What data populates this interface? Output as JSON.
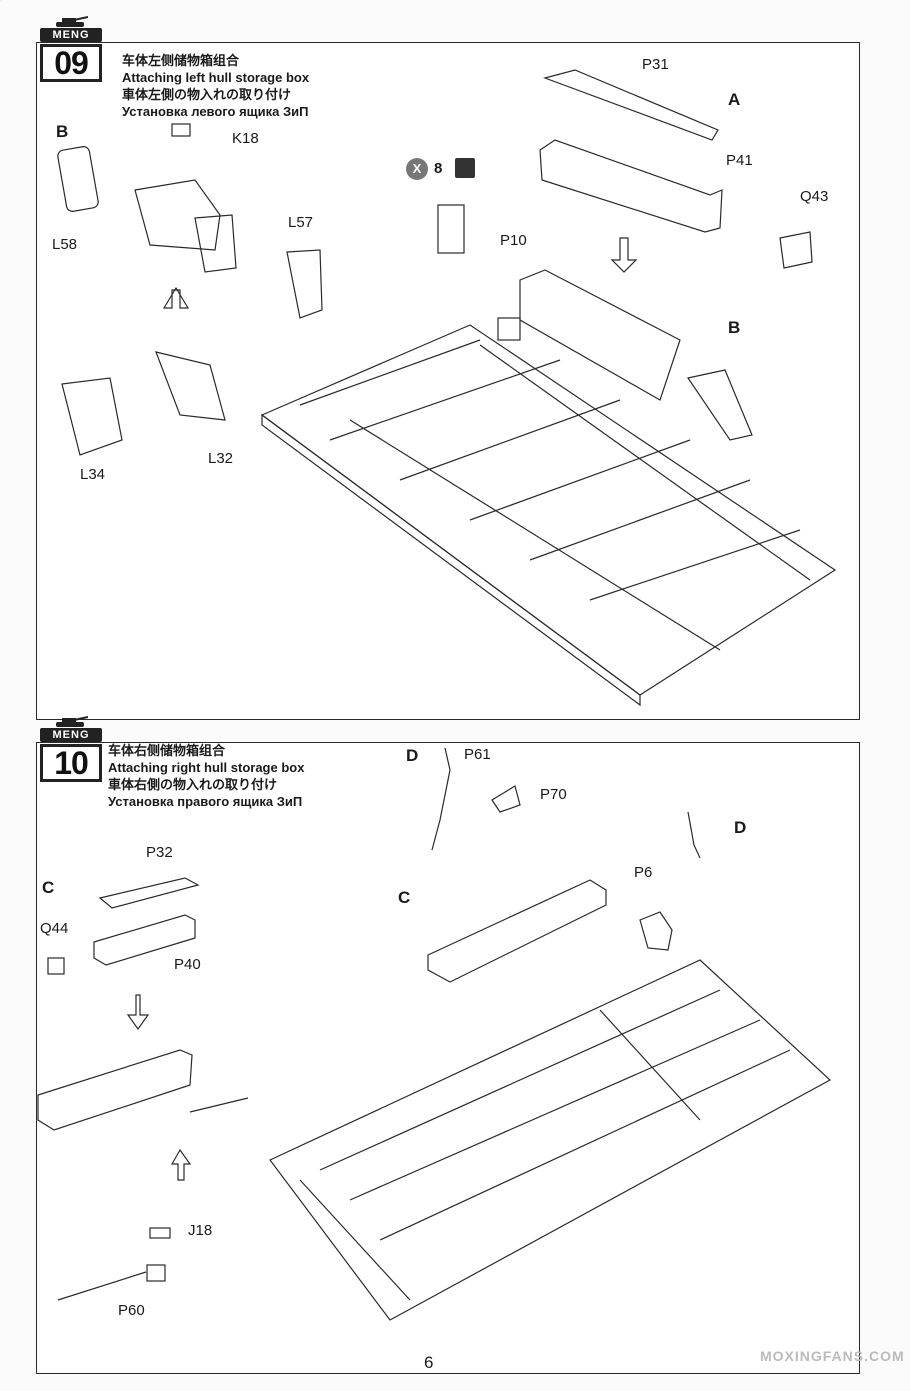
{
  "step09": {
    "brand": "MENG",
    "number": "09",
    "title_cn": "车体左侧储物箱组合",
    "title_en": "Attaching left hull storage box",
    "title_jp": "車体左側の物入れの取り付け",
    "title_ru": "Установка левого ящика ЗиП",
    "callout_qty_symbol": "X",
    "callout_qty": "8",
    "labels": {
      "b_sub": "B",
      "a": "A",
      "b_main": "B",
      "k18": "K18",
      "l57": "L57",
      "l58": "L58",
      "l32": "L32",
      "l34": "L34",
      "p31": "P31",
      "p41": "P41",
      "q43": "Q43",
      "p10": "P10"
    }
  },
  "step10": {
    "brand": "MENG",
    "number": "10",
    "title_cn": "车体右侧储物箱组合",
    "title_en": "Attaching right hull storage box",
    "title_jp": "車体右側の物入れの取り付け",
    "title_ru": "Установка правого ящика ЗиП",
    "labels": {
      "d_sub": "D",
      "d_main": "D",
      "c_sub": "C",
      "c_main": "C",
      "p61": "P61",
      "p70": "P70",
      "p32": "P32",
      "q44": "Q44",
      "p40": "P40",
      "p6": "P6",
      "j18": "J18",
      "p60": "P60"
    }
  },
  "page_number": "6",
  "watermark": "MOXINGFANS.COM",
  "colors": {
    "line": "#2a2a2a",
    "badge": "#777777"
  },
  "icons": [
    "tank-icon",
    "glue-icon",
    "arrow-icon"
  ]
}
